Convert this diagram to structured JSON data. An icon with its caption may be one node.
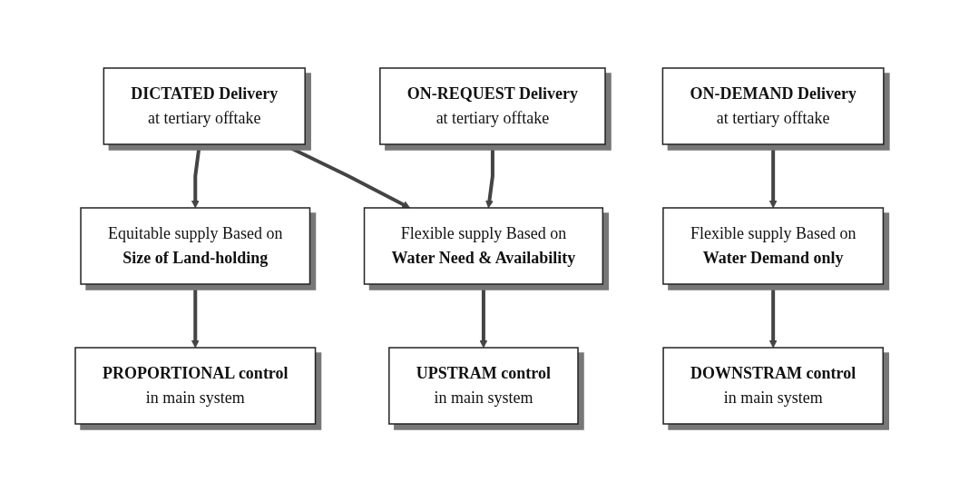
{
  "diagram": {
    "nodes": [
      {
        "text": [
          "DICTATED Delivery",
          "at tertiary offtake"
        ]
      },
      {
        "text": [
          "ON-REQUEST Delivery",
          "at tertiary offtake"
        ]
      },
      {
        "text": [
          "ON-DEMAND Delivery",
          "at tertiary offtake"
        ]
      },
      {
        "text": [
          "Equitable supply Based on",
          "Size of Land-holding"
        ]
      },
      {
        "text": [
          "Flexible supply Based on",
          "Water Need & Availability"
        ]
      },
      {
        "text": [
          "Flexible supply Based on",
          "Water Demand only"
        ]
      },
      {
        "text": [
          "PROPORTIONAL control",
          "in main system"
        ]
      },
      {
        "text": [
          "UPSTRAM control",
          "in main system"
        ]
      },
      {
        "text": [
          "DOWNSTRAM control",
          "in main system"
        ]
      }
    ],
    "edges": [
      {
        "from": 0,
        "to": 3,
        "arrow": "to"
      },
      {
        "from": 0,
        "to": 4,
        "arrow": "to"
      },
      {
        "from": 1,
        "to": 4,
        "arrow": "to"
      },
      {
        "from": 2,
        "to": 5,
        "arrow": "to"
      },
      {
        "from": 3,
        "to": 6,
        "arrow": "to"
      },
      {
        "from": 4,
        "to": 7,
        "arrow": "to"
      },
      {
        "from": 5,
        "to": 8,
        "arrow": "to"
      }
    ]
  }
}
